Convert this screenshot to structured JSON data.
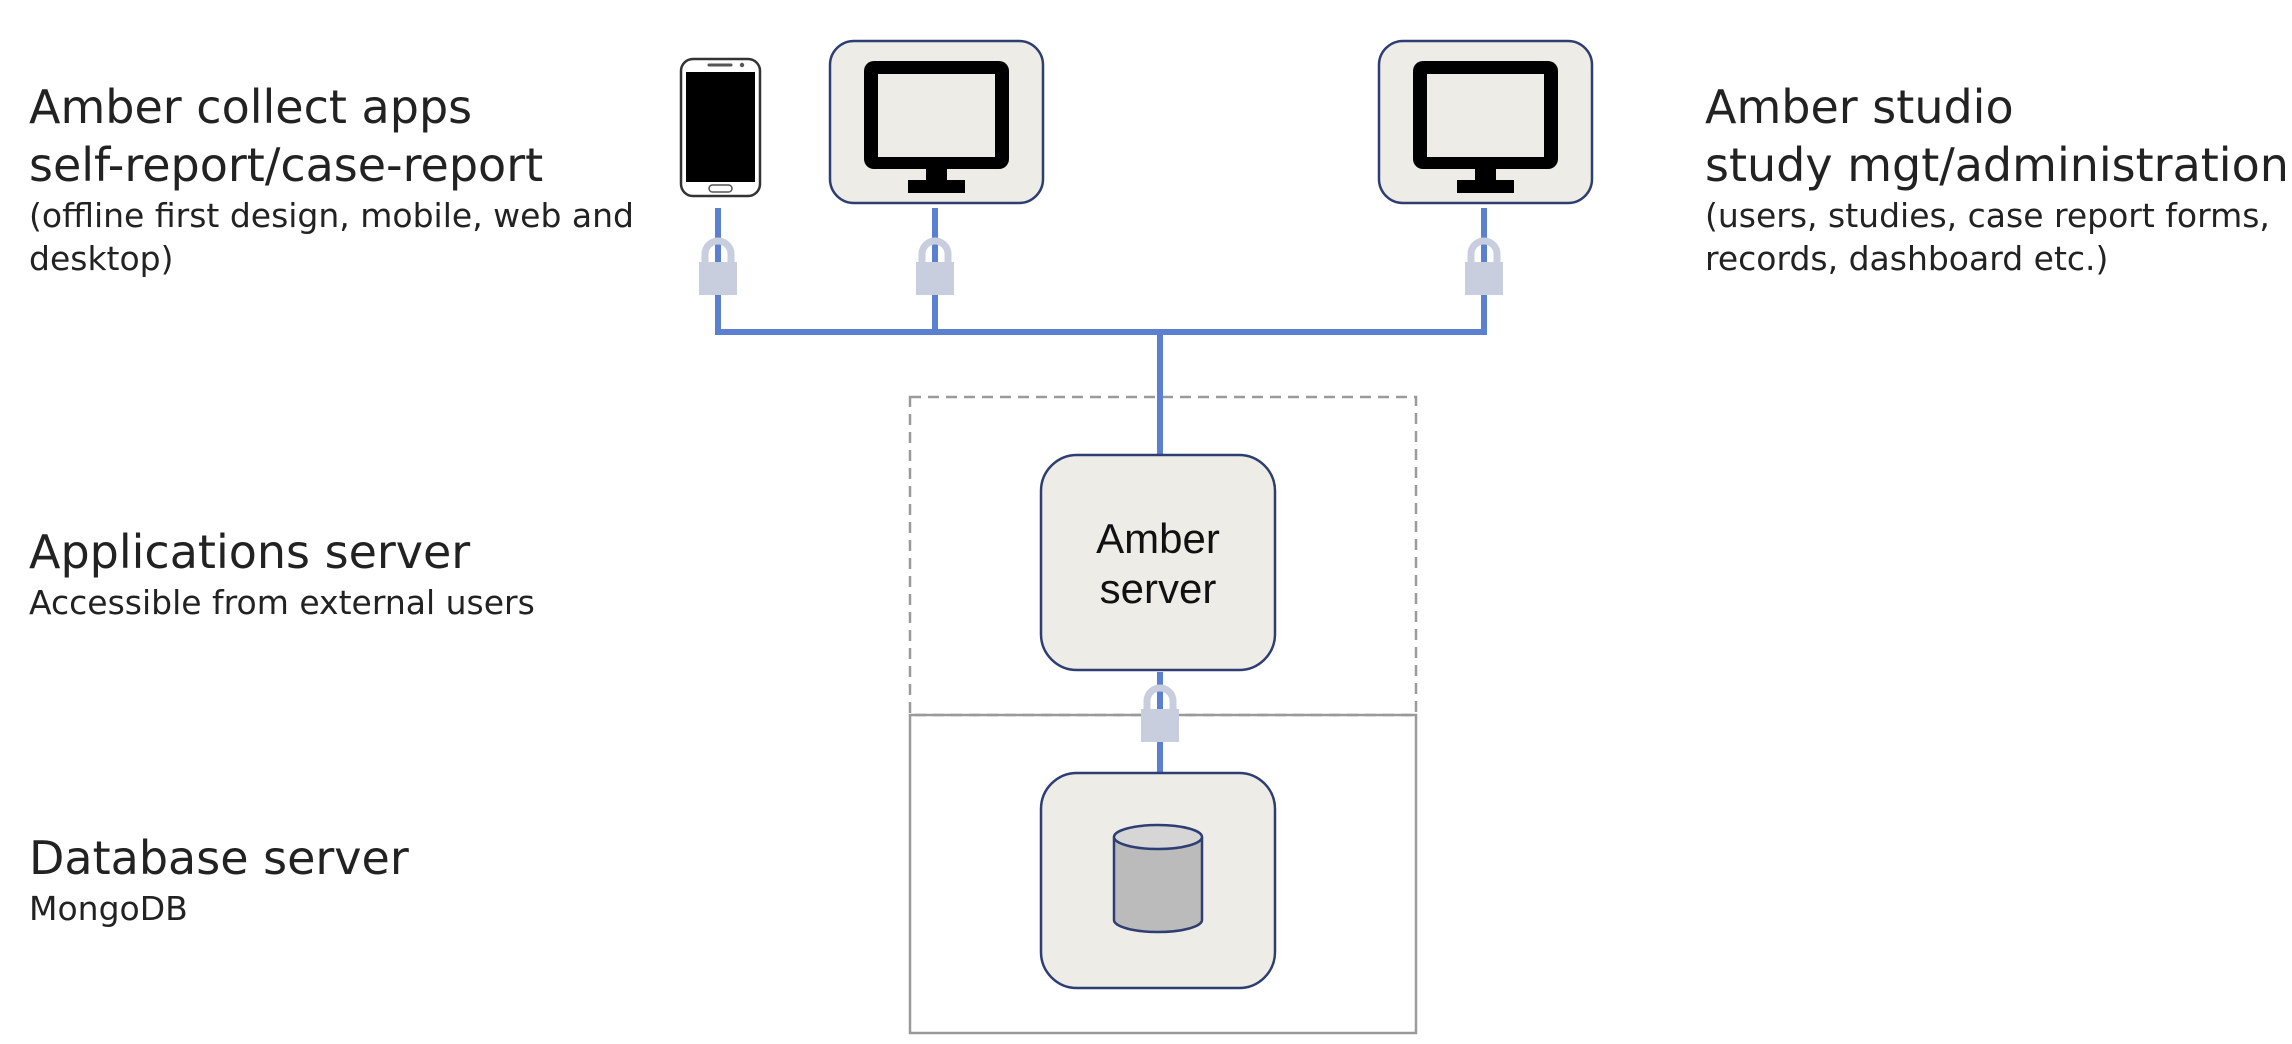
{
  "left_labels": {
    "collect": {
      "title": "Amber collect apps",
      "subtitle": "self-report/case-report",
      "note_line1": "(offline first design, mobile, web and",
      "note_line2": "desktop)"
    },
    "app_server": {
      "title": "Applications server",
      "subtitle": "Accessible from external users"
    },
    "db_server": {
      "title": "Database server",
      "subtitle": "MongoDB"
    }
  },
  "right_labels": {
    "studio": {
      "title": "Amber studio",
      "subtitle": "study mgt/administration",
      "note_line1": "(users, studies, case report forms,",
      "note_line2": "records, dashboard etc.)"
    }
  },
  "nodes": {
    "server": {
      "line1": "Amber",
      "line2": "server"
    }
  },
  "icons": {
    "phone": "smartphone-icon",
    "collect_desktop": "monitor-icon",
    "studio_desktop": "monitor-icon",
    "locks": "padlock-icon",
    "database": "database-cylinder-icon"
  },
  "colors": {
    "connector": "#5B7FD1",
    "lock": "#C9CEDF",
    "node_fill": "#EDECE6",
    "node_border": "#2E3E73",
    "db_fill": "#BBBBBB",
    "zone_border": "#9A9A9A"
  }
}
